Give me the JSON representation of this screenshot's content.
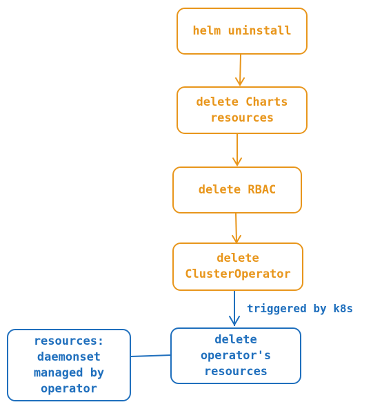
{
  "colors": {
    "primary": "#e8961c",
    "secondary": "#1f6fbd"
  },
  "nodes": {
    "helm_uninstall": "helm uninstall",
    "delete_charts": "delete Charts\nresources",
    "delete_rbac": "delete RBAC",
    "delete_cluster_operator": "delete\nClusterOperator",
    "delete_operator_resources": "delete\noperator's\nresources",
    "operator_managed": "resources:\ndaemonset\nmanaged by\noperator"
  },
  "edges": {
    "triggered_label": "triggered by k8s"
  }
}
